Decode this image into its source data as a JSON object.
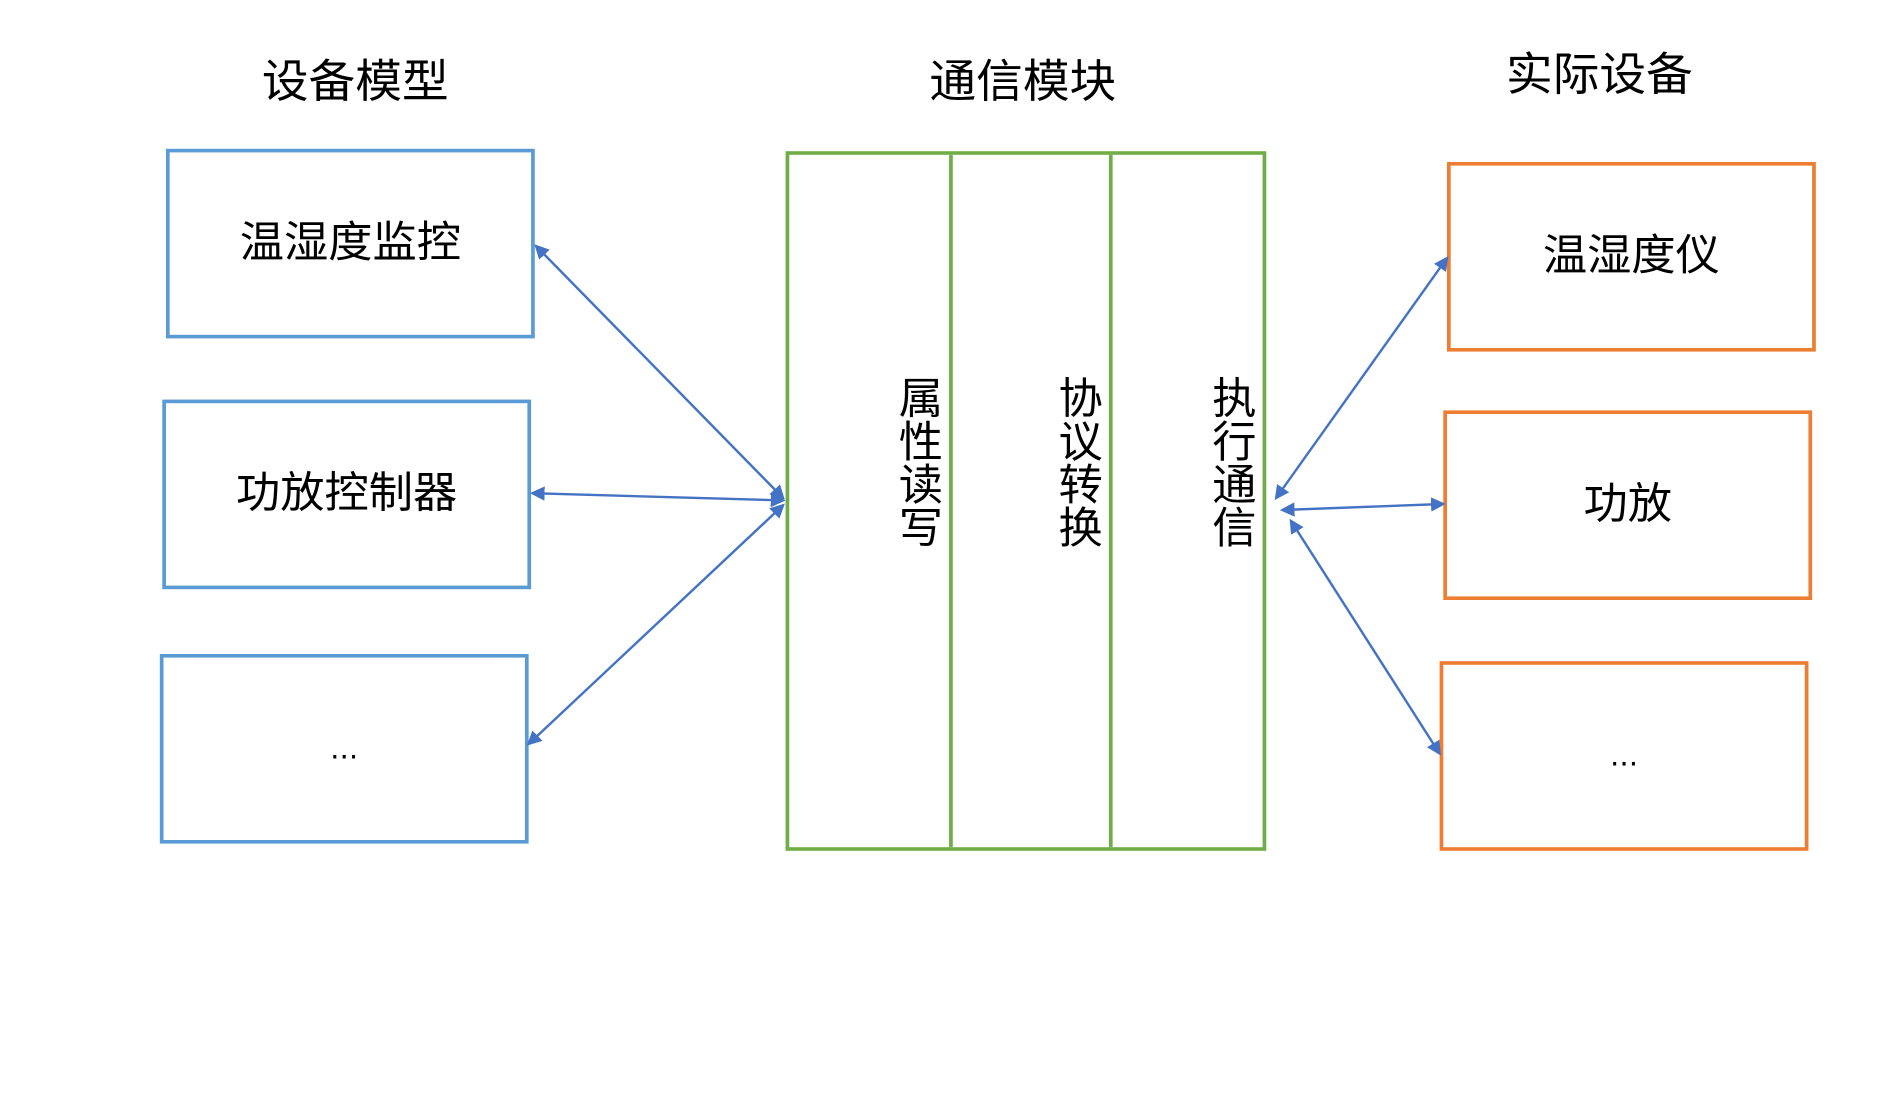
{
  "headings": {
    "device_model": "设备模型",
    "comm_module": "通信模块",
    "actual_devices": "实际设备"
  },
  "model_boxes": [
    {
      "label": "温湿度监控"
    },
    {
      "label": "功放控制器"
    },
    {
      "label": "..."
    }
  ],
  "module_columns": [
    {
      "label": "属性读写"
    },
    {
      "label": "协议转换"
    },
    {
      "label": "执行通信"
    }
  ],
  "device_boxes": [
    {
      "label": "温湿度仪"
    },
    {
      "label": "功放"
    },
    {
      "label": "..."
    }
  ],
  "colors": {
    "model_border": "#5b9bd5",
    "module_border": "#70ad47",
    "device_border": "#ed7d31",
    "connector": "#4472c4"
  }
}
